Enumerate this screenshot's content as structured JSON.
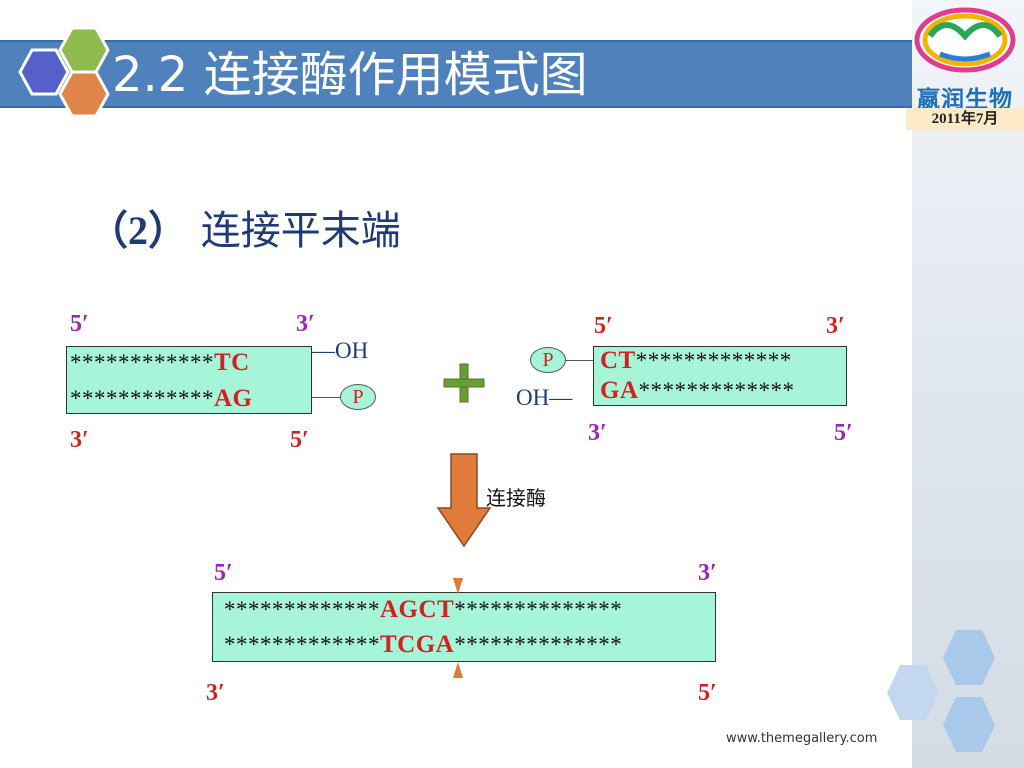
{
  "slide": {
    "title": "2.2 连接酶作用模式图",
    "subtitle_num": "（2）",
    "subtitle_text": " 连接平末端",
    "footer_url": "www.themegallery.com"
  },
  "logo": {
    "text": "嬴润生物",
    "date": "2011年7月"
  },
  "fragment_left": {
    "top_5": "5′",
    "top_3": "3′",
    "bottom_3": "3′",
    "bottom_5": "5′",
    "top_strand_stars": "************",
    "top_strand_end": "TC",
    "bottom_strand_stars": "************",
    "bottom_strand_end": "AG",
    "oh_label": "—OH",
    "p_label": "P"
  },
  "fragment_right": {
    "top_5": "5′",
    "top_3": "3′",
    "bottom_3": "3′",
    "bottom_5": "5′",
    "top_strand_end": "CT",
    "top_strand_stars": "*************",
    "bottom_strand_end": "GA",
    "bottom_strand_stars": "*************",
    "p_label": "P",
    "oh_label": "OH—"
  },
  "enzyme": {
    "label": "连接酶"
  },
  "product": {
    "top_5": "5′",
    "top_3": "3′",
    "bottom_3": "3′",
    "bottom_5": "5′",
    "top_left_stars": "*************",
    "top_mid": "AGCT",
    "top_right_stars": "**************",
    "bottom_left_stars": "*************",
    "bottom_mid": "TCGA",
    "bottom_right_stars": "**************"
  },
  "colors": {
    "title_bar": "#4f81bd",
    "strand_fill": "#a6f5d8",
    "end_label": "#d42020",
    "prime_label": "#a020c0",
    "plus_sign": "#6b9c3a",
    "arrow": "#e07b3c"
  }
}
